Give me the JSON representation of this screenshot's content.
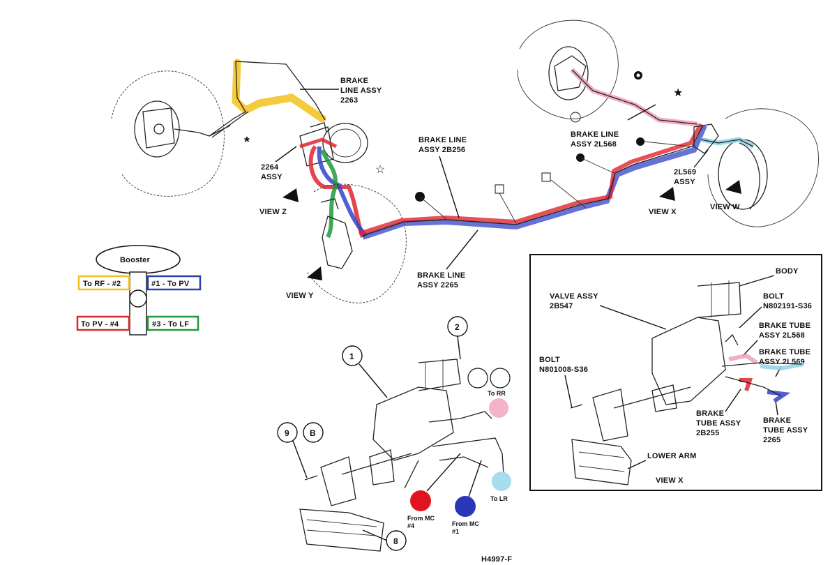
{
  "labels": {
    "brake_line_2263": [
      "BRAKE",
      "LINE ASSY",
      "2263"
    ],
    "assy_2264": [
      "2264",
      "ASSY"
    ],
    "view_z": "VIEW Z",
    "view_y": "VIEW Y",
    "view_x_top": "VIEW X",
    "view_w": "VIEW W",
    "brake_line_2b256": [
      "BRAKE LINE",
      "ASSY 2B256"
    ],
    "brake_line_2l568": [
      "BRAKE LINE",
      "ASSY 2L568"
    ],
    "brake_line_2265": [
      "BRAKE LINE",
      "ASSY 2265"
    ],
    "assy_2l569": [
      "2L569",
      "ASSY"
    ]
  },
  "legend": {
    "booster": "Booster",
    "to_rf": "To RF - #2",
    "to_pv_1": "#1 - To PV",
    "to_pv_4": "To PV - #4",
    "to_lf": "#3 - To LF",
    "colors": {
      "yellow": "#f2c21b",
      "blue": "#2a3fb0",
      "red": "#d42a2a",
      "green": "#1e9a3a"
    }
  },
  "detail": {
    "num_1": "1",
    "num_2": "2",
    "num_9": "9",
    "num_b": "B",
    "num_8": "8",
    "to_rr": "To RR",
    "to_lr": "To LR",
    "from_mc_4": [
      "From MC",
      "#4"
    ],
    "from_mc_1": [
      "From MC",
      "#1"
    ],
    "colors": {
      "pink": "#f4b4c8",
      "cyan": "#a6dcec",
      "red": "#e0141e",
      "blue": "#2a36b8"
    }
  },
  "view_x_box": {
    "body": "BODY",
    "valve_assy": [
      "VALVE ASSY",
      "2B547"
    ],
    "bolt_top": [
      "BOLT",
      "N802191-S36"
    ],
    "brake_tube_2l568": [
      "BRAKE TUBE",
      "ASSY 2L568"
    ],
    "brake_tube_2l569": [
      "BRAKE TUBE",
      "ASSY 2L569"
    ],
    "bolt_left": [
      "BOLT",
      "N801008-S36"
    ],
    "brake_tube_2b255": [
      "BRAKE",
      "TUBE ASSY",
      "2B255"
    ],
    "brake_tube_2265": [
      "BRAKE",
      "TUBE ASSY",
      "2265"
    ],
    "lower_arm": "LOWER ARM",
    "view_x": "VIEW X"
  },
  "footer": {
    "code": "H4997-F"
  },
  "highlight_colors": {
    "yellow": "#f2c21b",
    "green": "#1e9a3a",
    "red": "#e0262e",
    "blue": "#3344c8",
    "pink": "#f0a0b8",
    "cyan": "#8fd2e6"
  }
}
